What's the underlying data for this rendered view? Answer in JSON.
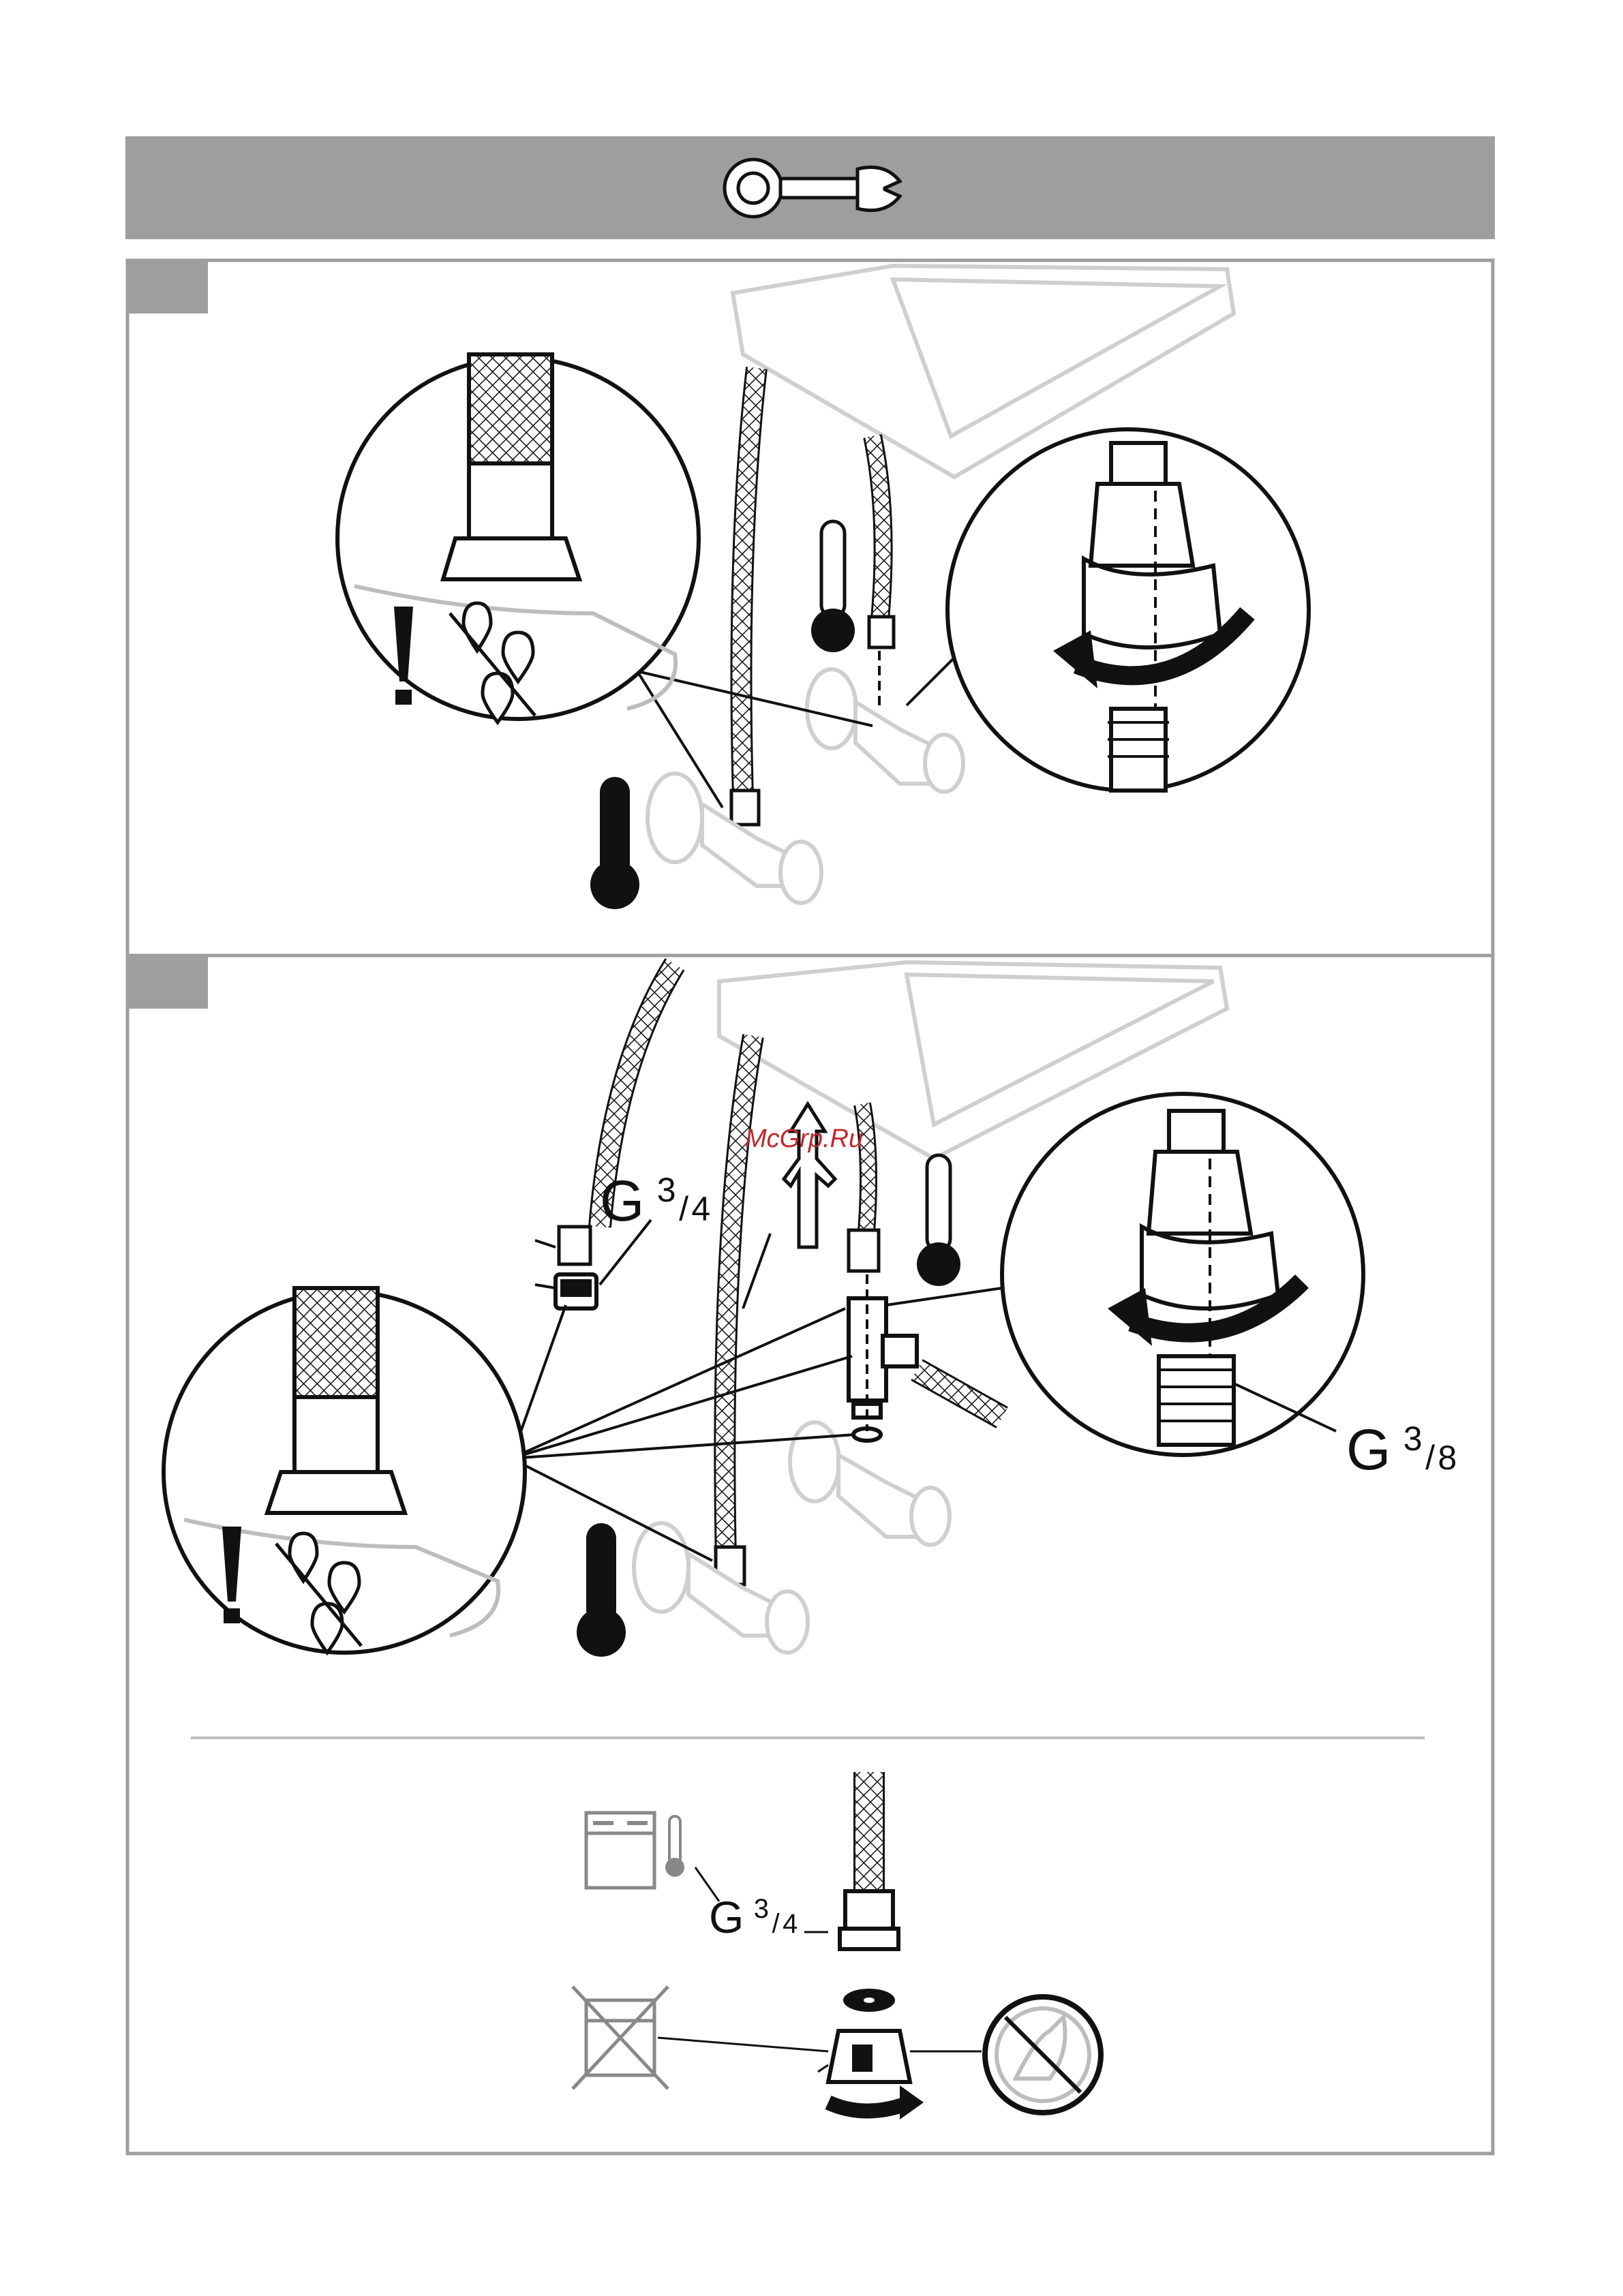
{
  "watermark": {
    "text": "McGrp.Ru",
    "color": "#c0282d"
  },
  "colors": {
    "header_band": "#9e9e9e",
    "frame": "#9e9e9e",
    "ink": "#111111",
    "ghost": "#cfcfcf"
  },
  "header": {
    "icon": "wrench-icon"
  },
  "panel1": {
    "icons": [
      "warning-exclamation-icon",
      "no-leak-drops-icon",
      "hot-thermometer-icon",
      "cold-thermometer-icon",
      "rotate-arrow-icon"
    ]
  },
  "panel2": {
    "g34": {
      "letter": "G",
      "sup": "3",
      "slash": "/",
      "sub": "4"
    },
    "g38": {
      "letter": "G",
      "sup": "3",
      "slash": "/",
      "sub": "8"
    },
    "icons": [
      "warning-exclamation-icon",
      "no-leak-drops-icon",
      "hot-thermometer-icon",
      "cold-thermometer-icon",
      "rotate-arrow-icon",
      "up-arrow-icon"
    ]
  },
  "panel3": {
    "g34": {
      "letter": "G",
      "sup": "3",
      "slash": "/",
      "sub": "4"
    },
    "icons": [
      "dishwasher-icon",
      "thermometer-icon",
      "dishwasher-crossed-icon",
      "no-force-icon",
      "rotate-arrow-icon"
    ]
  }
}
